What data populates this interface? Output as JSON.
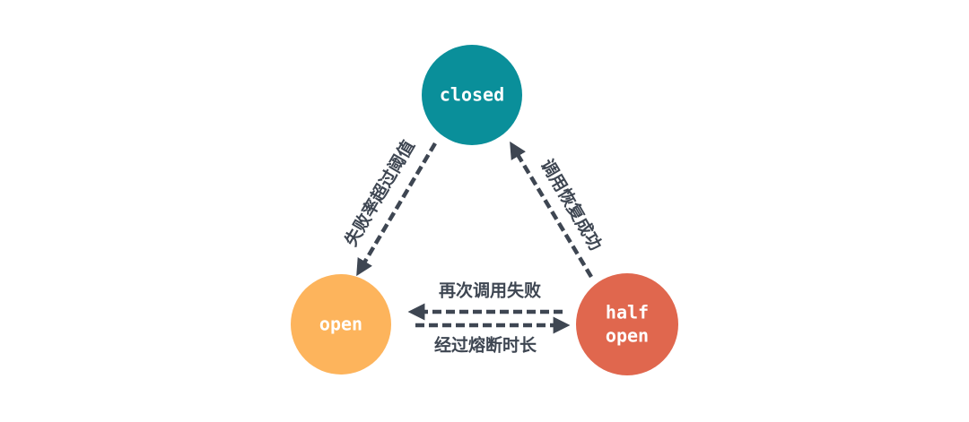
{
  "nodes": {
    "closed": {
      "label": "closed",
      "color": "#0a8f9a"
    },
    "open": {
      "label": "open",
      "color": "#fdb45c"
    },
    "half_open": {
      "line1": "half",
      "line2": "open",
      "color": "#e0674e"
    }
  },
  "edges": {
    "closed_to_open": "失败率超过阈值",
    "half_open_to_closed": "调用恢复成功",
    "half_open_to_open": "再次调用失败",
    "open_to_half_open": "经过熔断时长"
  },
  "colors": {
    "edge": "#3e4652"
  }
}
